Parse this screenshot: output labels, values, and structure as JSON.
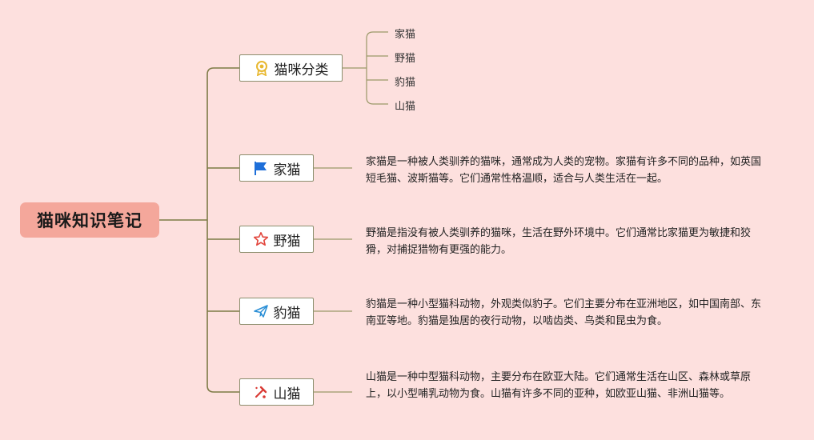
{
  "root": {
    "label": "猫咪知识笔记"
  },
  "branches": [
    {
      "label": "猫咪分类",
      "icon": "award-medal-icon",
      "children": [
        "家猫",
        "野猫",
        "豹猫",
        "山猫"
      ]
    },
    {
      "label": "家猫",
      "icon": "blue-flag-icon",
      "description": "家猫是一种被人类驯养的猫咪，通常成为人类的宠物。家猫有许多不同的品种，如英国短毛猫、波斯猫等。它们通常性格温顺，适合与人类生活在一起。"
    },
    {
      "label": "野猫",
      "icon": "red-star-icon",
      "description": "野猫是指没有被人类驯养的猫咪，生活在野外环境中。它们通常比家猫更为敏捷和狡猾，对捕捉猎物有更强的能力。"
    },
    {
      "label": "豹猫",
      "icon": "paper-plane-icon",
      "description": "豹猫是一种小型猫科动物，外观类似豹子。它们主要分布在亚洲地区，如中国南部、东南亚等地。豹猫是独居的夜行动物，以啮齿类、鸟类和昆虫为食。"
    },
    {
      "label": "山猫",
      "icon": "tools-icon",
      "description": "山猫是一种中型猫科动物，主要分布在欧亚大陆。它们通常生活在山区、森林或草原上，以小型哺乳动物为食。山猫有许多不同的亚种，如欧亚山猫、非洲山猫等。"
    }
  ],
  "colors": {
    "background": "#fde0de",
    "root_fill": "#f4a79b",
    "connector": "#7d7a45"
  }
}
